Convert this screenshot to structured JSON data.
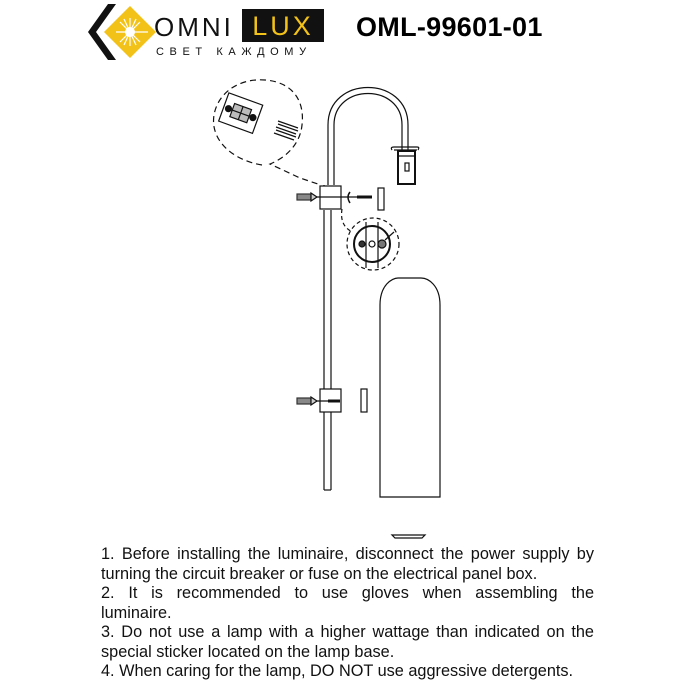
{
  "header": {
    "logo": {
      "icon": "omnilux-diamond-sun-logo-icon",
      "brand_left": "OMNI",
      "brand_right": "LUX",
      "slogan": "СВЕТ КАЖДОМУ",
      "colors": {
        "black": "#111111",
        "yellow": "#f2c218"
      }
    },
    "model_number": "OML-99601-01"
  },
  "drawing": {
    "description": "Exploded installation diagram of wall lamp",
    "parts": [
      "terminal-block-detail-icon",
      "wire-ends-icon",
      "wall-plug-icon",
      "screw-icon",
      "mounting-bracket-icon",
      "arched-lamp-arm-icon",
      "lamp-socket-icon",
      "bracket-detail-circle-icon",
      "cover-plate-icon",
      "glass-shade-icon",
      "shade-retainer-icon"
    ]
  },
  "instructions": [
    {
      "text": "1. Before installing the luminaire, disconnect the power supply by",
      "justify": true
    },
    {
      "text": "turning the circuit breaker or fuse on the electrical panel box.",
      "justify": false
    },
    {
      "text": "2. It is recommended to use gloves when assembling the",
      "justify": true
    },
    {
      "text": "luminaire.",
      "justify": false
    },
    {
      "text": "3. Do not use a lamp with a higher wattage than indicated on the",
      "justify": true
    },
    {
      "text": "special sticker located on the lamp base.",
      "justify": false
    },
    {
      "text": "4. When caring for the lamp, DO NOT use aggressive detergents.",
      "justify": false
    }
  ]
}
